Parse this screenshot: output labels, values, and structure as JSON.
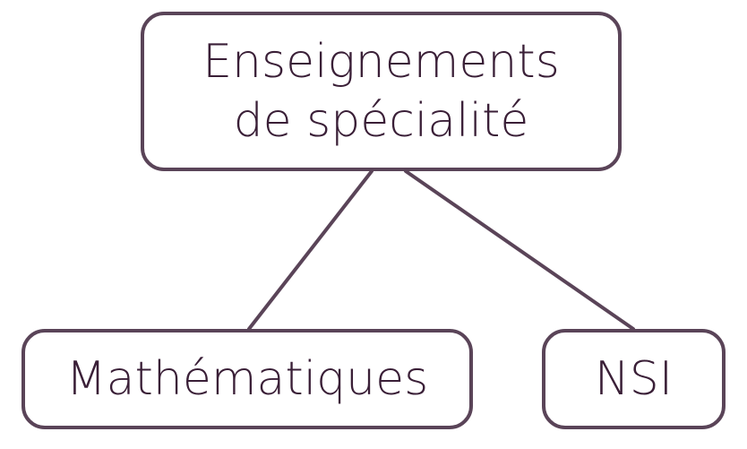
{
  "diagram": {
    "colors": {
      "stroke": "#5a4458",
      "text": "#3a1f37",
      "background": "#ffffff"
    },
    "root": {
      "line1": "Enseignements",
      "line2": "de spécialité"
    },
    "children": [
      {
        "label": "Mathématiques"
      },
      {
        "label": "NSI"
      }
    ]
  }
}
